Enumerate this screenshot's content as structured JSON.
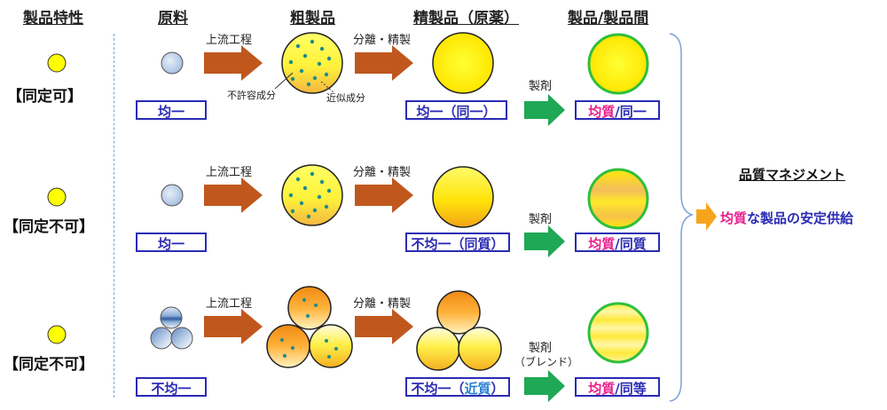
{
  "headers": {
    "characteristics": "製品特性",
    "raw": "原料",
    "crude": "粗製品",
    "refined": "精製品（原薬）",
    "product": "製品/製品間"
  },
  "rows": [
    {
      "label": "【同定可】",
      "raw_box": "均一",
      "step1": "上流工程",
      "step2": "分離・精製",
      "step3": "製剤",
      "refined_box": "均一（同一）",
      "product_box_a": "均質",
      "product_box_b": "/同一"
    },
    {
      "label": "【同定不可】",
      "raw_box": "均一",
      "step1": "上流工程",
      "step2": "分離・精製",
      "step3": "製剤",
      "refined_box": "不均一（同質）",
      "product_box_a": "均質",
      "product_box_b": "/同質"
    },
    {
      "label": "【同定不可】",
      "raw_box": "不均一",
      "step1": "上流工程",
      "step2": "分離・精製",
      "step3": "製剤",
      "step3_note": "（ブレンド）",
      "refined_box_a": "不均一（",
      "refined_box_b": "近質",
      "refined_box_c": "）",
      "product_box_a": "均質",
      "product_box_b": "/同等"
    }
  ],
  "annotations": {
    "impurity": "不許容成分",
    "similar": "近似成分"
  },
  "quality": {
    "title": "品質マネジメント",
    "result_a": "均質",
    "result_b": "な製品の安定供給"
  },
  "colors": {
    "box_border": "#2b2bb5",
    "pink": "#e91e8c",
    "arrow_brown": "#c0581e",
    "arrow_green": "#1fa855",
    "arrow_orange": "#f5a51c"
  }
}
